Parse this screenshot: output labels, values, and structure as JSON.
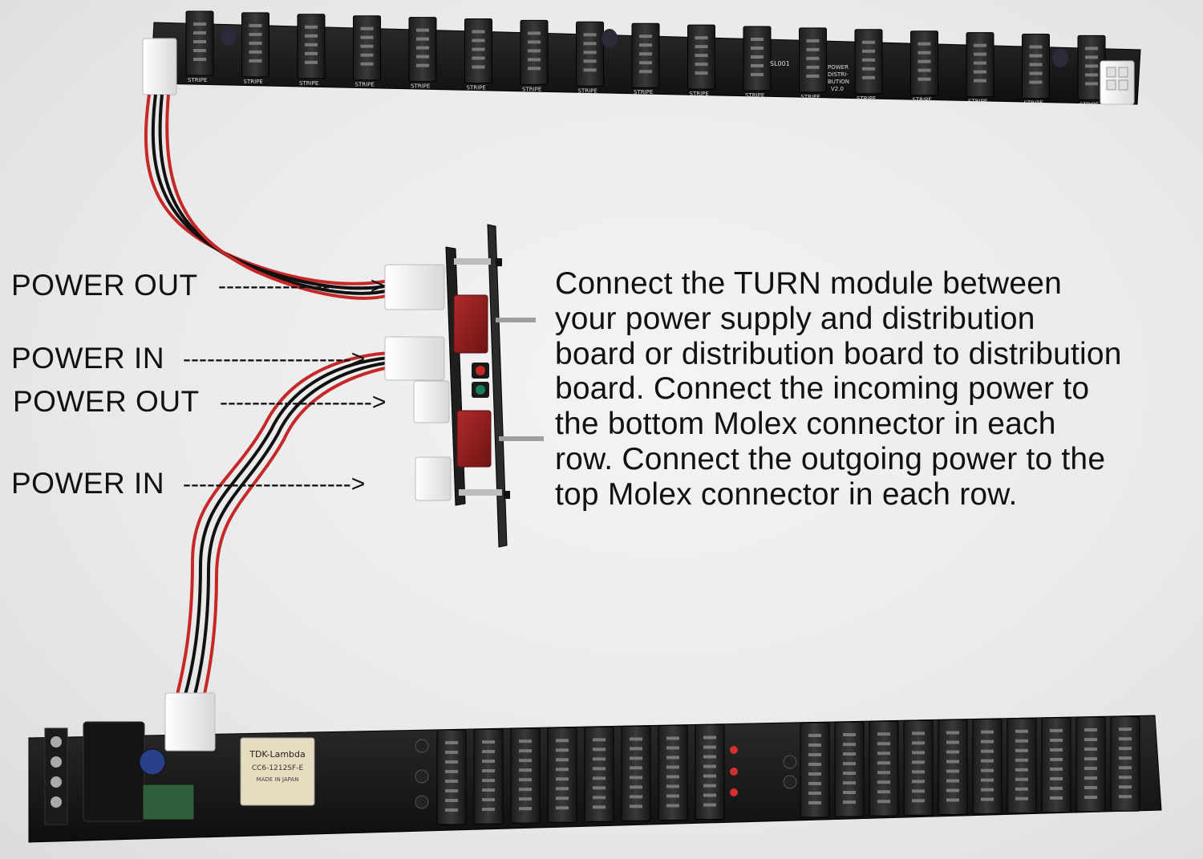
{
  "annotations": {
    "labels": [
      {
        "text": "POWER OUT",
        "arrow": "------------------->"
      },
      {
        "text": "POWER IN",
        "arrow": "--------------------->"
      },
      {
        "text": "POWER OUT",
        "arrow": "------------------->"
      },
      {
        "text": "POWER IN",
        "arrow": "--------------------->"
      }
    ],
    "instructions": "Connect the TURN module between\nyour power supply and distribution\nboard or distribution board to distribution\nboard.  Connect the incoming power to\nthe bottom Molex connector in each\nrow.  Connect the outgoing power to the\ntop Molex connector in each row."
  },
  "boards": {
    "top_board": {
      "silkscreen_header_label": "STRIPE",
      "title_text": "POWER DISTRI-BUTION V2.0",
      "model_text": "SL001"
    },
    "power_supply_board": {
      "converter_brand": "TDK-Lambda",
      "converter_model": "CC6-1212SF-E",
      "converter_origin": "MADE IN JAPAN"
    }
  },
  "colors": {
    "pcb": "#1a1a1a",
    "wire_red": "#c62828",
    "wire_black": "#111111",
    "molex": "#f3f3f3",
    "panel": "#2b2b2b",
    "switch_red": "#8e1b1b"
  }
}
